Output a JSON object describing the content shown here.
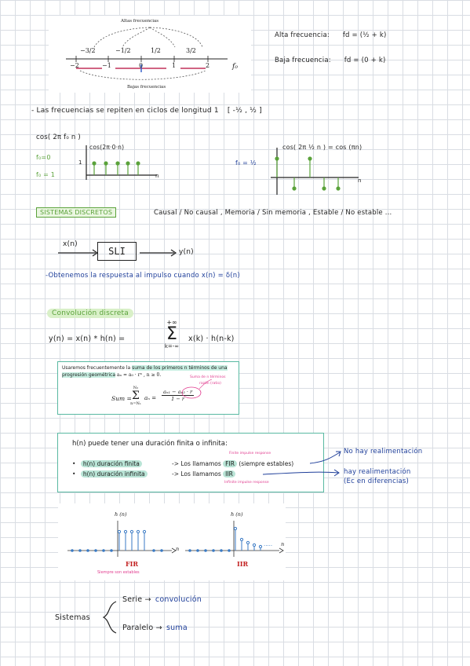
{
  "top_figure": {
    "high_label": "Altas frecuencias",
    "low_label": "Bajas frecuencias",
    "top_ticks": [
      "−3/2",
      "−1/2",
      "1/2",
      "3/2"
    ],
    "bottom_ticks": [
      "−2",
      "−1",
      "0",
      "1",
      "2"
    ],
    "axis_label": "f₀"
  },
  "freq_notes": {
    "alta": "Alta frecuencia:",
    "alta_formula": "fd = (½ + k)",
    "baja": "Baja frecuencia:",
    "baja_formula": "fd = (0 + k)"
  },
  "repeat_note": {
    "text": "- Las frecuencias se repiten en ciclos de longitud 1",
    "interval": "[ -½ , ½ ]"
  },
  "cos_plots": {
    "general": "cos( 2π f₀ n )",
    "left_title": "cos(2π·0·n)",
    "f0_zero": "f₀=0",
    "f0_one": "f₀ = 1",
    "right_f0": "f₀ = ½",
    "right_title": "cos( 2π ½ n ) = cos (πn)",
    "left_n": "n",
    "right_n": "n",
    "left_one": "1"
  },
  "sistemas": {
    "tag": "SISTEMAS DISCRETOS",
    "props": "Causal / No causal ,  Memoria / Sin memoria ,   Estable / No estable ..."
  },
  "sli": {
    "input": "x(n)",
    "box": "SLI",
    "output": "y(n)",
    "note": "-Obtenemos la respuesta al impulso cuando  x(n) = δ(n)"
  },
  "convolucion": {
    "tag": "Convolución discreta",
    "lhs": "y(n) = x(n) * h(n) =",
    "sum_top": "+∞",
    "sum_bottom": "k=-∞",
    "sum_symbol": "Σ",
    "rhs": "x(k) · h(n-k)"
  },
  "geometric_card": {
    "line1a": "Usaremos frecuentemente la ",
    "line1b": "suma de los primeros n términos de una",
    "line2a": "progresión geométrica",
    "line2b": " aₙ = a₀ · rⁿ , n ≥ 0.",
    "note1": "Suma de n términos",
    "note2": "razón (ratio)",
    "sum_label": "Sum =",
    "sum_top": "N₂",
    "sum_bottom": "n=N₁",
    "sum_symbol": "Σ",
    "term": "aₙ =",
    "num": "aₙ₁ − aₙ₂ · r",
    "den": "1 − r"
  },
  "hn_card": {
    "title": "h(n) puede tener una duración finita o infinita:",
    "b1": "h(n) duración finita",
    "b1_arrow": "-> Los llamamos",
    "b1_tag": "FIR",
    "b1_rest": "(siempre estables)",
    "b2": "h(n) duración infinita",
    "b2_arrow": "-> Los llamamos",
    "b2_tag": "IIR",
    "note_fir": "Finite impulse response",
    "note_iir": "Infinite impulse response"
  },
  "realim": {
    "no": "No hay realimentación",
    "yes1": "hay realimentación",
    "yes2": "(Ec en diferencias)"
  },
  "stems": {
    "h_label_left": "h (n)",
    "h_label_right": "h (n)",
    "n_left": "n",
    "n_right": "n",
    "dots": "·····",
    "fir": "FIR",
    "iir": "IIR",
    "fir_note": "Siempre son estables"
  },
  "bottom": {
    "sistemas": "Sistemas",
    "serie": "Serie",
    "serie_result": "convolución",
    "paralelo": "Paralelo",
    "paralelo_result": "suma"
  }
}
